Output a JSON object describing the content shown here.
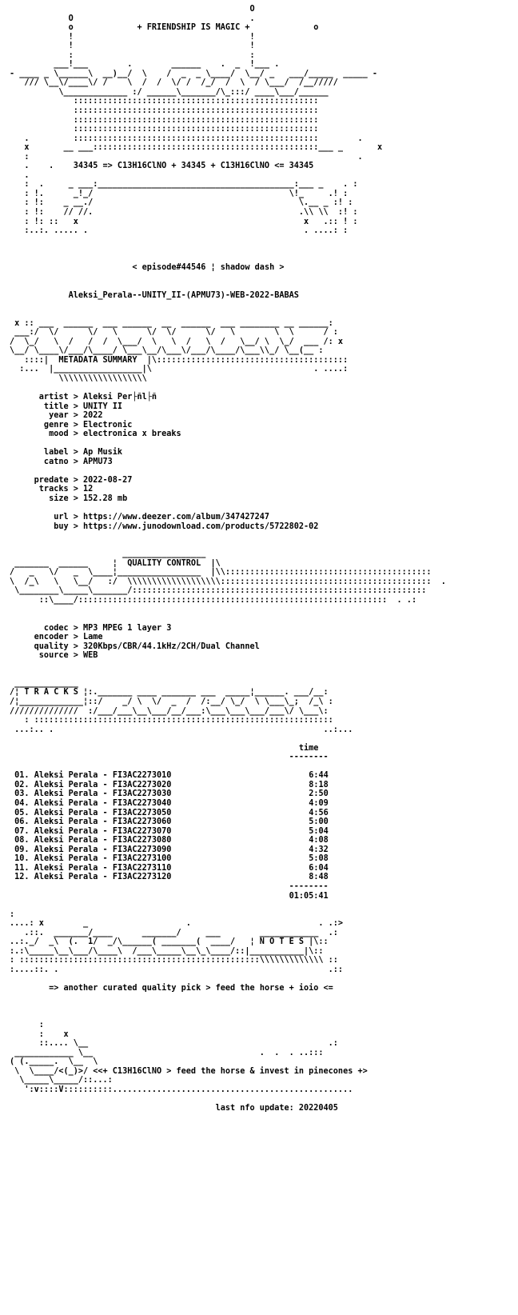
{
  "nfo": {
    "header_art": "                                                 O\n            O                                    .\n            o             + FRIENDSHIP IS MAGIC +             o\n            !                                    !\n            !                                    !\n            :                                    :\n         ___!___        .        ______    .  _  !___ .\n- ____ _ \\______\\  __)__/  \\    /  _  _ \\____/  \\__/ _   ___/_____  _____ -\n   /// \\__\\/____\\/ /    \\  /  /  \\/ /  /_/  /  \\  / \\___/  /__/////\n          \\_____________ :/ ______\\_______/\\_:::/ ____\\___/______\n             ::::::::::::::::::::::::::::::::::::::::::::::::::\n             ::::::::::::::::::::::::::::::::::::::::::::::::::\n             ::::::::::::::::::::::::::::::::::::::::::::::::::\n             ::::::::::::::::::::::::::::::::::::::::::::::::::\n   .         ::::::::::::::::::::::::::::::::::::::::::::::::::        .\n   x       __ ___::::::::::::::::::::::::::::::::::::::::::::::___ _       x\n   :                                                                   .\n   .    .    34345 => C13H16ClNO + 34345 + C13H16ClNO <= 34345\n   .\n   :  .     _ ___:________________________________________:___ _    . :\n   : !.      _!_/                                        \\!_     .! :\n   : !:    _ __./                                          \\.__ _ :! :\n   : !:    // //.                                          .\\\\ \\\\  :! :\n   : !: ::   x                                              x   .:: ! :\n   :..:. ..... .                                            . ....: :",
    "episode": "< episode#44546 ¦ shadow dash >",
    "release": "Aleksi_Perala--UNITY_II-(APMU73)-WEB-2022-BABAS",
    "metadata_art_top": " x :: ___  ______  ___ ______  __  ______  ___ ________ __ ______:\n ___:/  \\/      \\/   \\      \\/  \\/      \\/   \\        \\  \\      / :\n/  \\_/   \\  /   /  /  \\___/  \\   \\  /   \\  /   \\__/ \\  \\_/  ___ /: x\n\\__/ \\____\\/___/\\____/ \\___\\__/\\___\\/___/\\____/\\___\\\\_/ \\__(__ :",
    "metadata_art_frame_top": " :.___:  _________________",
    "section_metadata": "METADATA SUMMARY",
    "metadata_art_bottom": "   ::::|  METADATA SUMMARY  |\\:::::::::::::::::::::::::::::::::::::::\n  :...  |__________________|\\                                 . ....:\n          \\\\\\\\\\\\\\\\\\\\\\\\\\\\\\\\\\\\",
    "metadata_block": "      artist > Aleksi Per├ñl├ñ\n       title > UNITY II\n        year > 2022\n       genre > Electronic\n        mood > electronica x breaks\n\n       label > Ap Musik\n       catno > APMU73\n\n     predate > 2022-08-27\n      tracks > 12\n        size > 152.28 mb\n\n         url > https://www.deezer.com/album/347427247\n         buy > https://www.junodownload.com/products/5722802-02",
    "qc_art": "                       _________________\n _______  ______     ¦  QUALITY CONTROL  |\\\n/   _   \\/   _  \\____¦_________________  |\\\\::::::::::::::::::::::::::::::::::::::::::\n\\  /_\\   \\   \\__/   :/  \\\\\\\\\\\\\\\\\\\\\\\\\\\\\\\\\\\\\\:::::::::::::::::::::::::::::::::::::::::::  .\n \\________\\_____\\_______/::::::::::::::::::::::::::::::::::::::::::::::::::::::::::::\n      ::\\____/:::::::::::::::::::::::::::::::::::::::::::::::::::::::::::::::  . .:",
    "qc_block": "       codec > MP3 MPEG 1 layer 3\n     encoder > Lame\n     quality > 320Kbps/CBR/44.1kHz/2CH/Dual Channel\n      source > WEB",
    "tracks_art": " _____________\n/¦ T R A C K S ¦:._______ ____ _______ ___  _____¦______. ___/__:\n/¦_____________¦::/    _/ \\  \\/  _  /  /:__/ \\_/  \\ \\___\\_;  /_\\ :\n//////////////  :/___/___\\__\\___/__/___:\\___\\___\\___/___\\/ \\___\\:\n   : :::::::::::::::::::::::::::::::::::::::::::::::::::::::::::::\n ...:.. .                                                       ..:...",
    "tracks_header": "time",
    "tracks": [
      {
        "num": "01.",
        "title": "Aleksi Perala - FI3AC2273010",
        "time": "6:44"
      },
      {
        "num": "02.",
        "title": "Aleksi Perala - FI3AC2273020",
        "time": "8:18"
      },
      {
        "num": "03.",
        "title": "Aleksi Perala - FI3AC2273030",
        "time": "2:50"
      },
      {
        "num": "04.",
        "title": "Aleksi Perala - FI3AC2273040",
        "time": "4:09"
      },
      {
        "num": "05.",
        "title": "Aleksi Perala - FI3AC2273050",
        "time": "4:56"
      },
      {
        "num": "06.",
        "title": "Aleksi Perala - FI3AC2273060",
        "time": "5:00"
      },
      {
        "num": "07.",
        "title": "Aleksi Perala - FI3AC2273070",
        "time": "5:04"
      },
      {
        "num": "08.",
        "title": "Aleksi Perala - FI3AC2273080",
        "time": "4:08"
      },
      {
        "num": "09.",
        "title": "Aleksi Perala - FI3AC2273090",
        "time": "4:32"
      },
      {
        "num": "10.",
        "title": "Aleksi Perala - FI3AC2273100",
        "time": "5:08"
      },
      {
        "num": "11.",
        "title": "Aleksi Perala - FI3AC2273110",
        "time": "6:04"
      },
      {
        "num": "12.",
        "title": "Aleksi Perala - FI3AC2273120",
        "time": "8:48"
      }
    ],
    "total_time": "01:05:41",
    "notes_art": ":\n....: x        _                    .                          . .:>\n   .::.  _______/____      _______/     ___        ____________  .:\n..:._/  _\\  (.  1/  _/\\______( _______(  ____/   ¦ N O T E S |\\::\n:.:\\_____\\__\\___/\\____\\  /___\\_____\\__\\_\\____/::|___________|\\::\n: :::::::::::::::::::::::::::::::::::::::::::::::::\\\\\\\\\\\\\\\\\\\\\\\\\\ ::\n:....::. .                                                       .::",
    "notes_line": "=> another curated quality pick > feed the horse + ioio <=",
    "footer_art": "      :\n      :    x\n      ::.... \\__                                                 .:\n ____________ \\__                                  .  .  . ..:::\n( (._____.  \\__  \\\n \\  \\____/<(_)>/ <<+ C13H16ClNO > feed the horse & invest in pinecones +>\n  \\_____\\_____/::...:\n   ':v::::V::::::::::.................................................",
    "last_update": "last nfo update: 20220405"
  }
}
